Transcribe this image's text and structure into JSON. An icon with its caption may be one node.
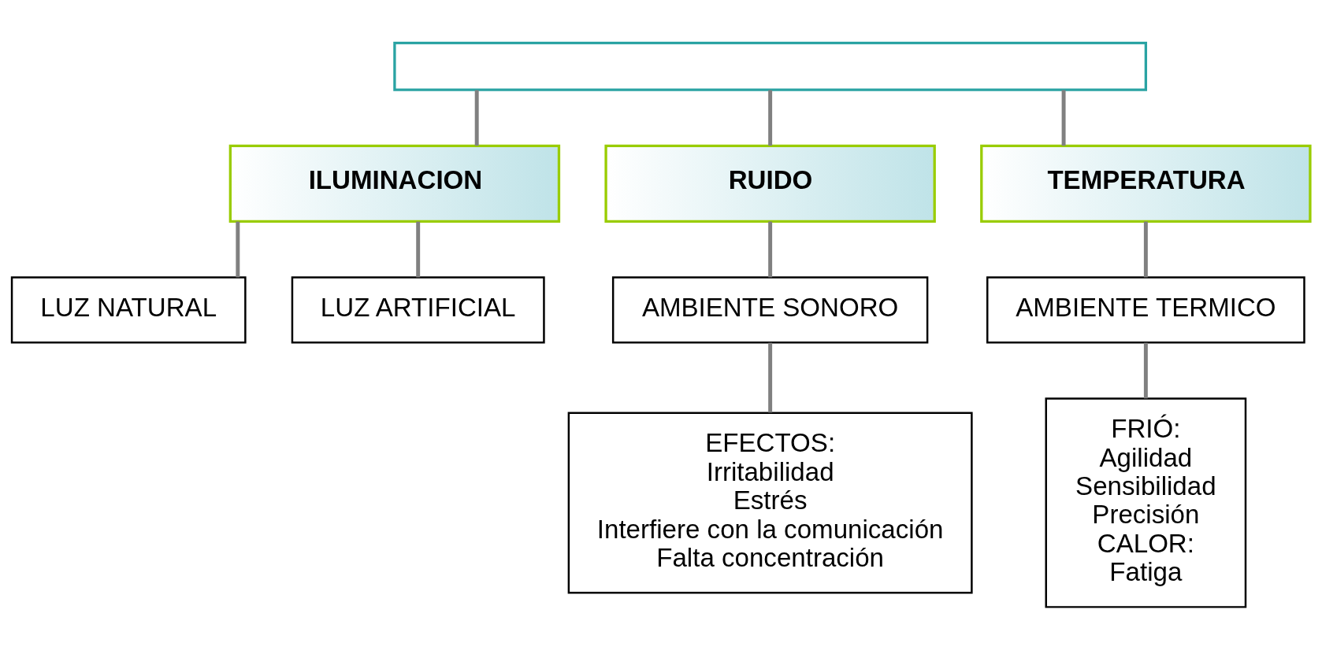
{
  "diagram": {
    "nodes": [
      {
        "text": [],
        "shape": "box"
      },
      {
        "text": [
          "ILUMINACION"
        ]
      },
      {
        "text": [
          "RUIDO"
        ]
      },
      {
        "text": [
          "TEMPERATURA"
        ]
      },
      {
        "text": [
          "LUZ NATURAL"
        ]
      },
      {
        "text": [
          "LUZ ARTIFICIAL"
        ]
      },
      {
        "text": [
          "AMBIENTE SONORO"
        ]
      },
      {
        "text": [
          "AMBIENTE TERMICO"
        ]
      },
      {
        "text": [
          "EFECTOS:",
          "Irritabilidad",
          "Estrés",
          "Interfiere con la comunicación",
          "Falta concentración"
        ]
      },
      {
        "text": [
          "FRIÓ:",
          "Agilidad",
          "Sensibilidad",
          "Precisión",
          "CALOR:",
          "Fatiga"
        ]
      }
    ],
    "edges": [
      {
        "from": 0,
        "to": 1,
        "arrow": "none"
      },
      {
        "from": 0,
        "to": 2,
        "arrow": "none"
      },
      {
        "from": 0,
        "to": 3,
        "arrow": "none"
      },
      {
        "from": 1,
        "to": 4,
        "arrow": "none"
      },
      {
        "from": 1,
        "to": 5,
        "arrow": "none"
      },
      {
        "from": 2,
        "to": 6,
        "arrow": "none"
      },
      {
        "from": 3,
        "to": 7,
        "arrow": "none"
      },
      {
        "from": 6,
        "to": 8,
        "arrow": "none"
      },
      {
        "from": 7,
        "to": 9,
        "arrow": "none"
      }
    ]
  }
}
